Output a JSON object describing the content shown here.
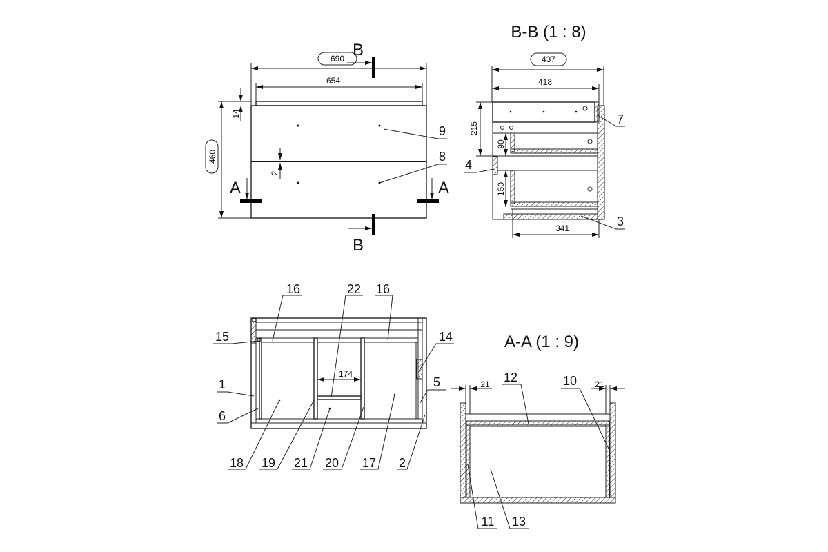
{
  "front_view": {
    "dims": {
      "overall_width": "690",
      "inner_width": "654",
      "height": "460",
      "top_gap": "14",
      "drawer_gap": "2"
    },
    "section_marks": {
      "b": "B",
      "a": "A"
    },
    "parts": {
      "upper_drawer_front": "9",
      "lower_drawer_front": "8"
    }
  },
  "section_bb": {
    "title": "B-B (1 : 8)",
    "dims": {
      "overall_depth": "437",
      "top_depth": "418",
      "upper_height": "215",
      "upper_drawer": "90",
      "lower_drawer": "150",
      "bottom_depth": "341"
    },
    "parts": {
      "back": "7",
      "handle": "4",
      "bottom": "3"
    }
  },
  "plan_view": {
    "dims": {
      "middle_width": "174"
    },
    "parts": {
      "p16a": "16",
      "p22": "22",
      "p16b": "16",
      "p15": "15",
      "p14": "14",
      "p1": "1",
      "p5": "5",
      "p6": "6",
      "p18": "18",
      "p19": "19",
      "p21": "21",
      "p20": "20",
      "p17": "17",
      "p2": "2"
    }
  },
  "section_aa": {
    "title": "A-A (1 : 9)",
    "dims": {
      "left_gap": "21",
      "right_gap": "21"
    },
    "parts": {
      "p12": "12",
      "p10": "10",
      "p11": "11",
      "p13": "13"
    }
  }
}
